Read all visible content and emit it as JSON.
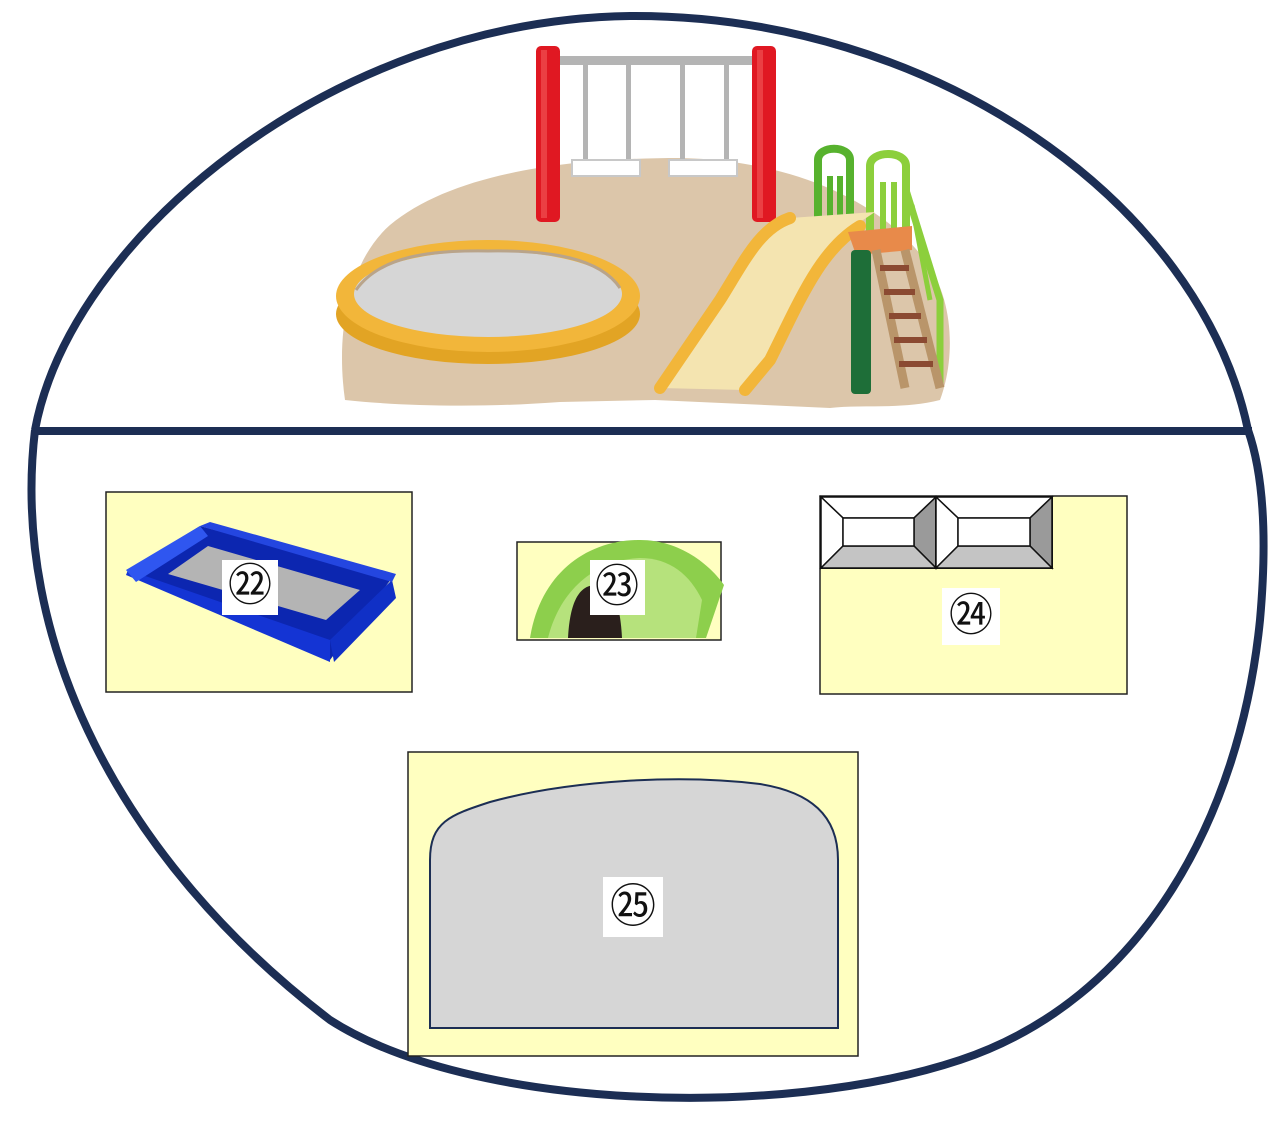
{
  "colors": {
    "outline": "#1c2e54",
    "zone_fill": "#ffffc0",
    "ground": "#dcc6aa",
    "sandbox_rim": "#f2b63a",
    "sand": "#d6d6d6",
    "swing_post": "#e01822",
    "slide": "#f4e4b0",
    "slide_rail": "#f2b63a",
    "climber": "#7bc632",
    "ladder_post": "#1e6e38",
    "blue_sandbox": "#1434d4",
    "tunnel": "#8dcf4c",
    "bench_frame": "#9a9a9a"
  },
  "icons": {
    "swing": "swing-set-icon",
    "sandpit": "sandpit-icon",
    "slide": "slide-icon",
    "blue_sandbox": "blue-sandbox-icon",
    "tunnel": "tunnel-mound-icon",
    "bench": "bench-icon"
  },
  "items": [
    {
      "id": "item-22",
      "label": "㉒"
    },
    {
      "id": "item-23",
      "label": "㉓"
    },
    {
      "id": "item-24",
      "label": "㉔"
    },
    {
      "id": "item-25",
      "label": "㉕"
    }
  ]
}
